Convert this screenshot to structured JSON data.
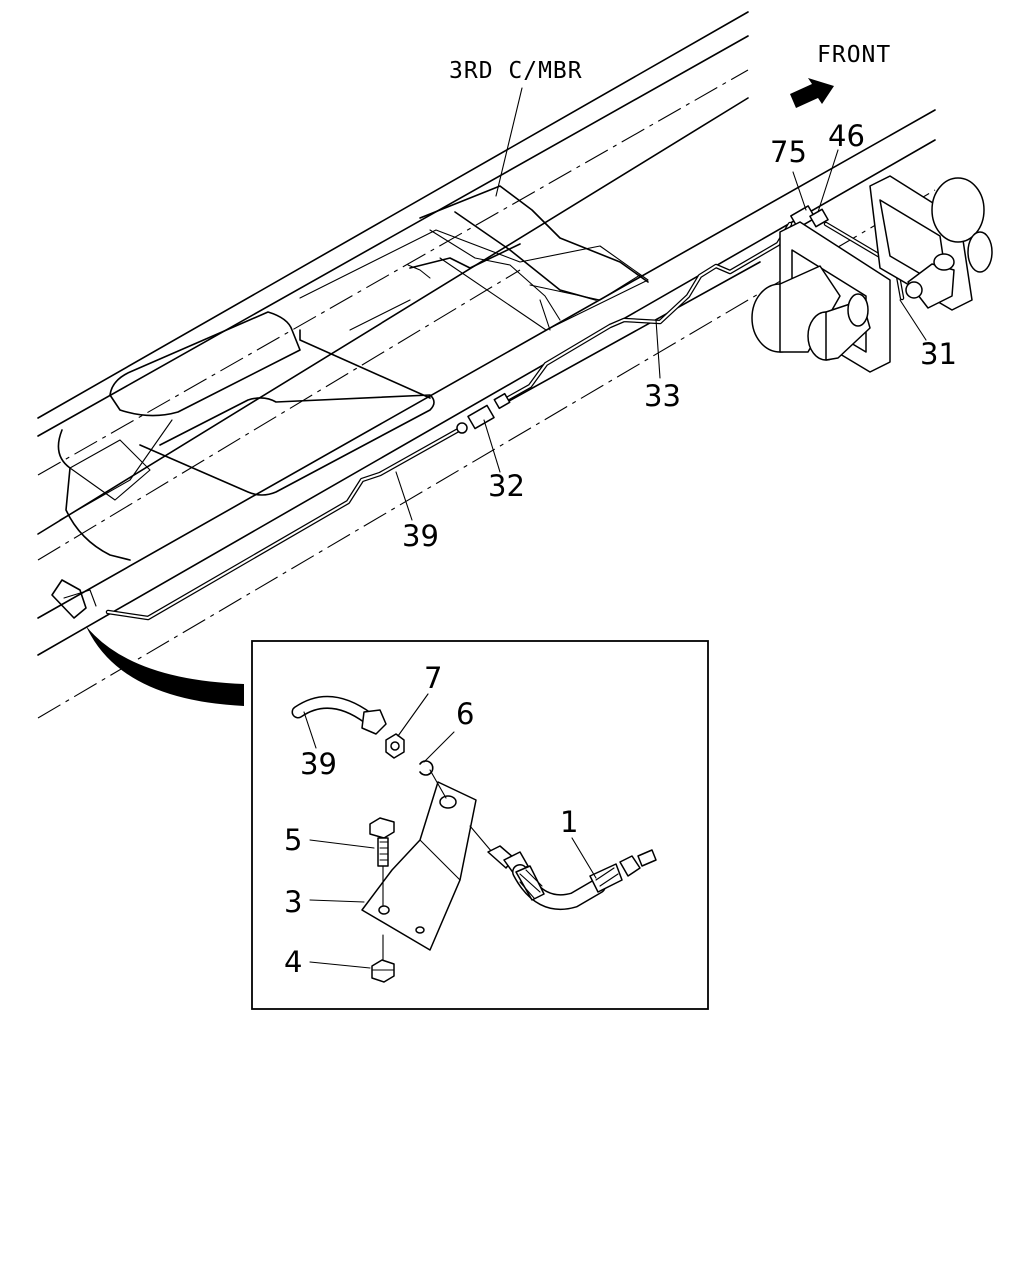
{
  "diagram": {
    "front_label": "FRONT",
    "member_label": "3RD C/MBR",
    "callouts": {
      "c75": "75",
      "c46": "46",
      "c31": "31",
      "c33": "33",
      "c32": "32",
      "c39": "39",
      "detail_39": "39",
      "c7": "7",
      "c6": "6",
      "c5": "5",
      "c3": "3",
      "c4": "4",
      "c1": "1"
    }
  }
}
